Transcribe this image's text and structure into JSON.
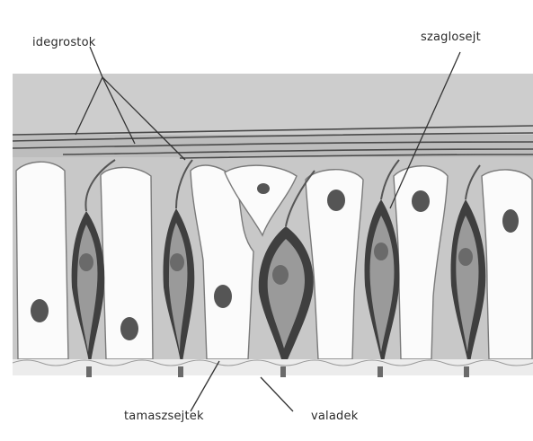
{
  "labels": {
    "top_left": "idegrostok",
    "top_right": "szaglosejt",
    "bottom_left": "tamaszsejtek",
    "bottom_right": "valadek"
  },
  "colors": {
    "background": "#ffffff",
    "top_band": "#c9c9c9",
    "cell_fill": "#fbfbfb",
    "cell_border": "#777777",
    "receptor_dark": "#3f3f3f",
    "receptor_light": "#9a9a9a",
    "nucleus": "#555555",
    "basal_band": "#ececec"
  }
}
